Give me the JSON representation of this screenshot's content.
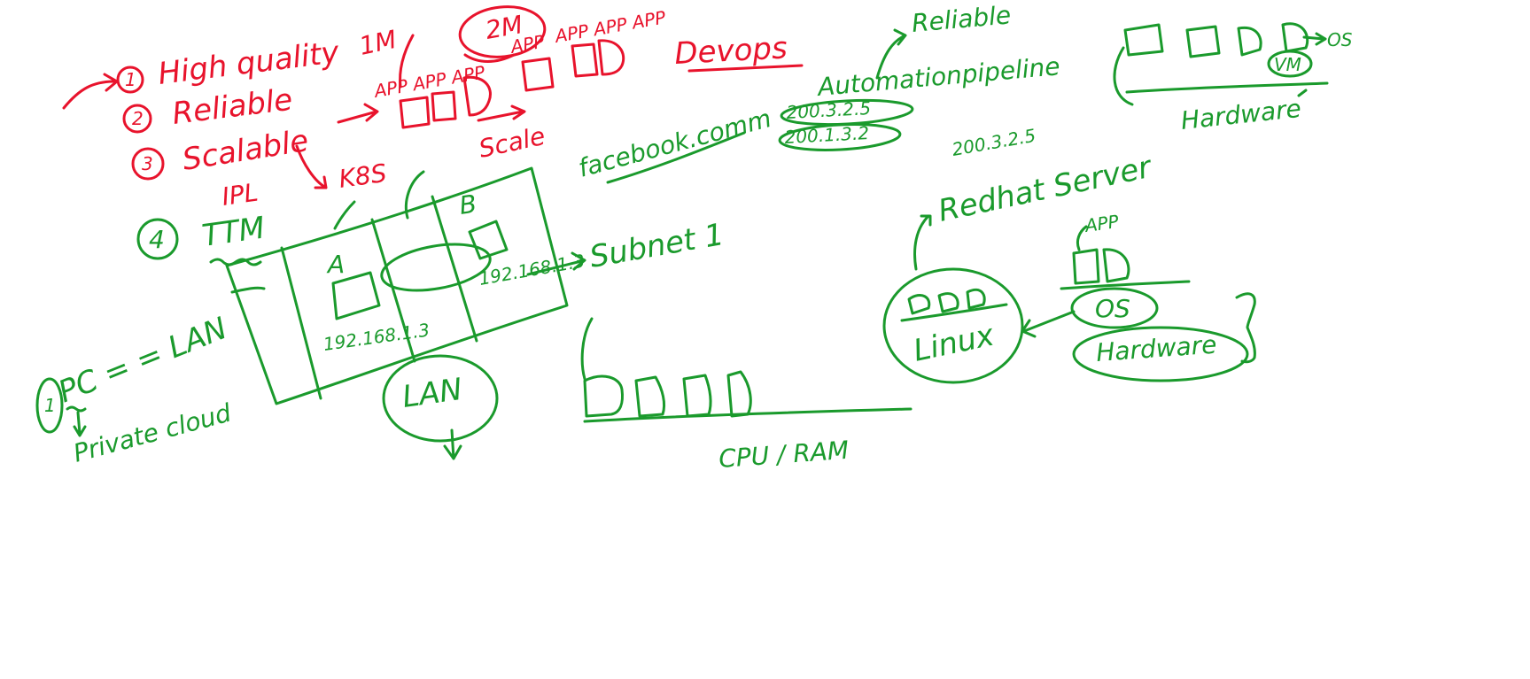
{
  "colors": {
    "red_ink": "#e8132c",
    "green_ink": "#1a9a2c",
    "background": "#ffffff"
  },
  "red_notes": {
    "n1": "1",
    "high_quality": "High quality",
    "n2": "2",
    "reliable": "Reliable",
    "n3": "3",
    "scalable": "Scalable",
    "one_m": "1M",
    "two_m": "2M",
    "app_row": "APP APP APP",
    "app_mid": "APP",
    "app_right": "APP APP APP",
    "scale": "Scale",
    "ipl": "IPL",
    "k8s": "K8S",
    "devops": "Devops"
  },
  "green_notes": {
    "n4": "4",
    "ttm": "TTM",
    "a": "A",
    "b": "B",
    "ip_a": "192.168.1.3",
    "ip_b": "192.168.1.3",
    "subnet": "Subnet 1",
    "n1": "1",
    "pc_lan": "PC = = LAN",
    "private_cloud": "Private cloud",
    "lan": "LAN",
    "facebook": "facebook.comm",
    "reliable": "Reliable",
    "automation": "Automationpipeline",
    "ip1": "200.3.2.5",
    "ip2": "200.1.3.2",
    "ip3": "200.3.2.5",
    "os": "OS",
    "vm": "VM",
    "hardware_top": "Hardware",
    "redhat_server": "Redhat Server",
    "linux": "Linux",
    "app": "APP",
    "os2": "OS",
    "hardware2": "Hardware",
    "cpu_ram": "CPU / RAM"
  }
}
